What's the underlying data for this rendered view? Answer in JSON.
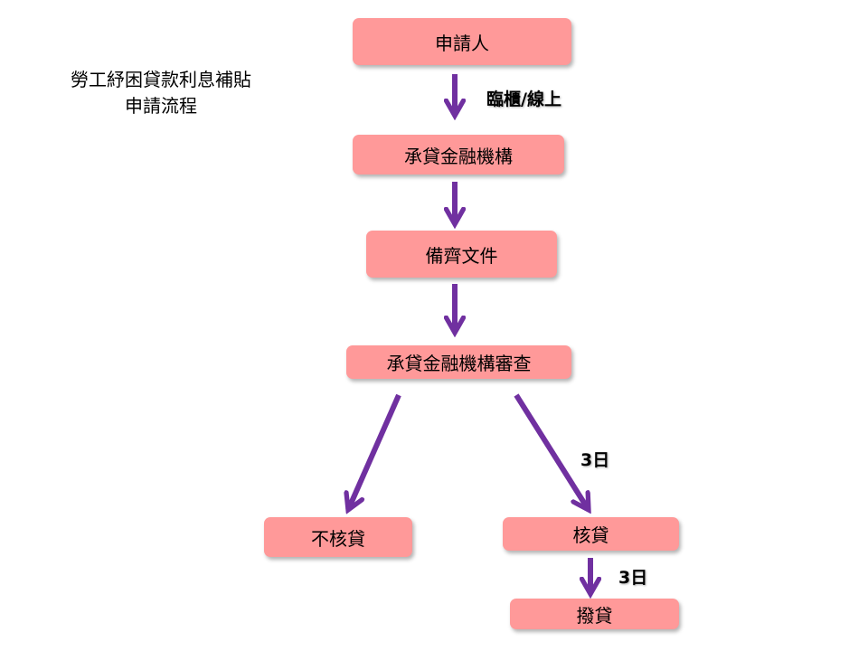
{
  "title": {
    "line1": "勞工紓困貸款利息補貼",
    "line2": "申請流程"
  },
  "nodes": {
    "applicant": "申請人",
    "lender": "承貸金融機構",
    "documents": "備齊文件",
    "review": "承貸金融機構審查",
    "rejected": "不核貸",
    "approved": "核貸",
    "disbursed": "撥貸"
  },
  "edge_labels": {
    "channel": "臨櫃/線上",
    "approve_days": "3日",
    "disburse_days": "3日"
  },
  "colors": {
    "box": "#ff9999",
    "arrow": "#7030a0"
  }
}
